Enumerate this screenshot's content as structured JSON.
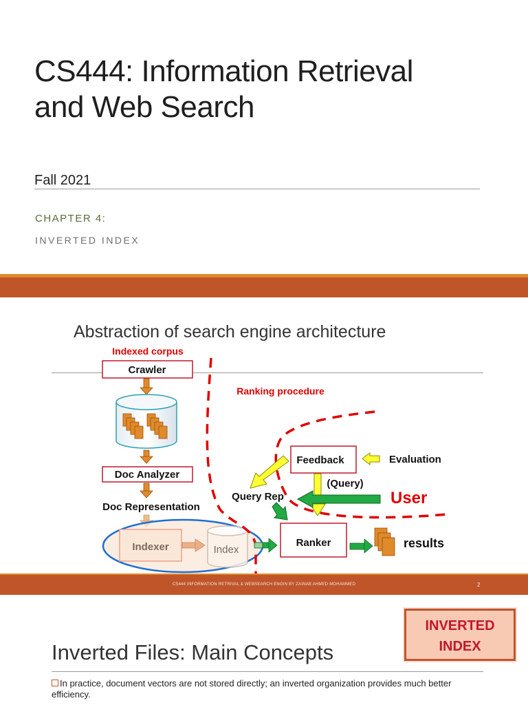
{
  "slide1": {
    "title_line1": "CS444: Information Retrieval",
    "title_line2": "and Web Search",
    "term": "Fall 2021",
    "chapter": "CHAPTER 4:",
    "subtitle": "INVERTED INDEX"
  },
  "slide2": {
    "title": "Abstraction of search engine architecture",
    "diagram": {
      "indexed_corpus": "Indexed corpus",
      "crawler": "Crawler",
      "ranking_procedure": "Ranking procedure",
      "feedback": "Feedback",
      "evaluation": "Evaluation",
      "doc_analyzer": "Doc Analyzer",
      "query": "(Query)",
      "query_rep": "Query Rep",
      "user": "User",
      "doc_representation": "Doc Representation",
      "indexer": "Indexer",
      "index": "Index",
      "ranker": "Ranker",
      "results": "results"
    },
    "footer_text": "CS444 INFORMATION RETRIVAL & WEBSEARCH ENGIN BY ZAINAB AHMED MOHAMMED",
    "page_number": "2"
  },
  "slide3": {
    "badge_line1": "INVERTED",
    "badge_line2": "INDEX",
    "title": "Inverted Files: Main Concepts",
    "bullet": "In practice, document vectors are not stored directly; an inverted organization provides much better efficiency."
  },
  "colors": {
    "accent_orange": "#c0552a",
    "accent_red": "#e00000",
    "title_green": "#5b6b3b"
  }
}
